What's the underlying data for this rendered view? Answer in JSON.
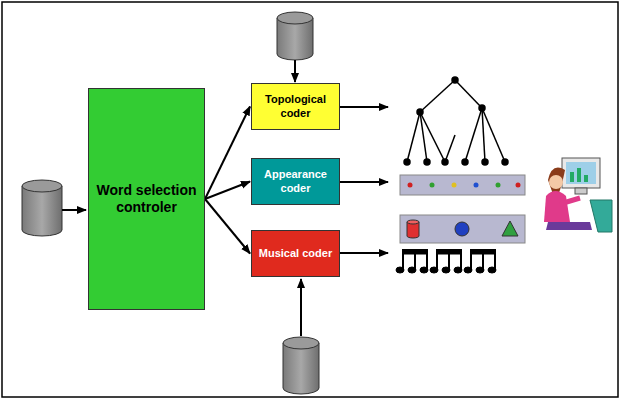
{
  "diagram": {
    "nodes": [
      {
        "text": [
          "Word selection controler"
        ]
      },
      {
        "text": [
          "Topological coder"
        ]
      },
      {
        "text": [
          "Appearance coder"
        ]
      },
      {
        "text": [
          "Musical coder"
        ]
      }
    ],
    "edges": [
      {
        "from": 0,
        "to": 1,
        "arrow": "to"
      },
      {
        "from": 0,
        "to": 2,
        "arrow": "to"
      },
      {
        "from": 0,
        "to": 3,
        "arrow": "to"
      }
    ]
  }
}
